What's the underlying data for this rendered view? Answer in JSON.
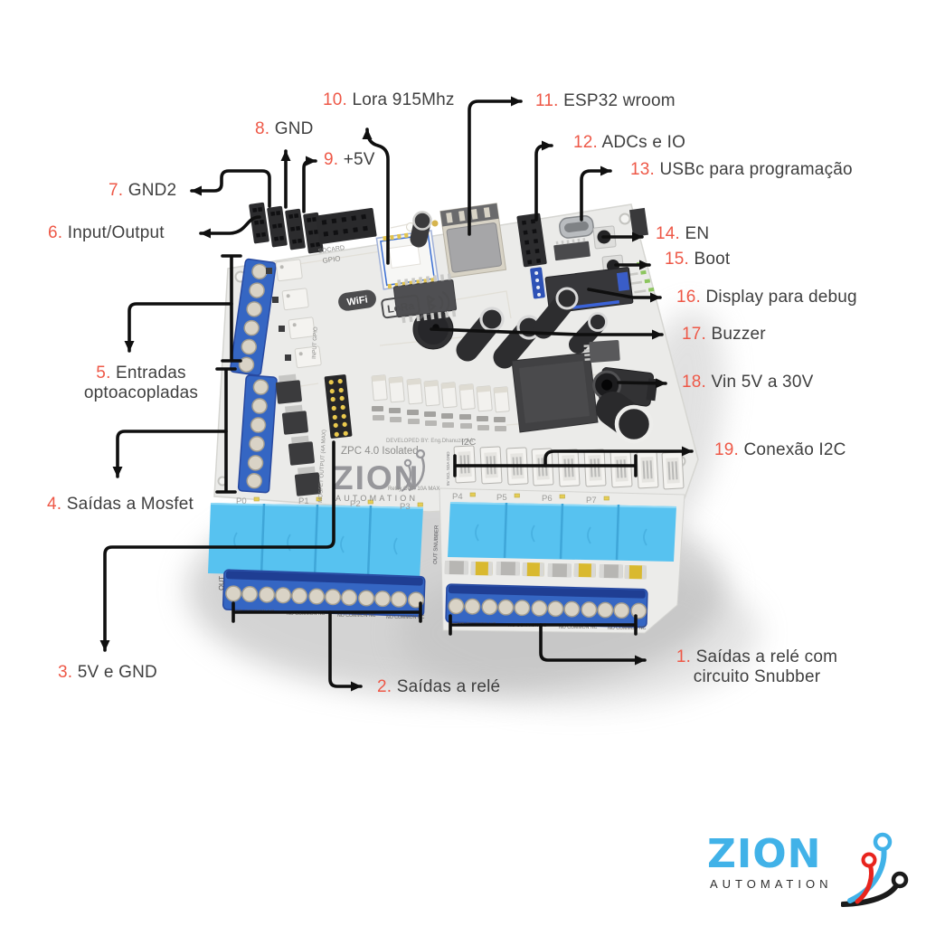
{
  "callouts": [
    {
      "num": "1.",
      "label": "Saídas a relé com",
      "label2": "circuito Snubber"
    },
    {
      "num": "2.",
      "label": "Saídas a relé"
    },
    {
      "num": "3.",
      "label": "5V e GND"
    },
    {
      "num": "4.",
      "label": "Saídas a Mosfet"
    },
    {
      "num": "5.",
      "label": "Entradas",
      "label2": "optoacopladas"
    },
    {
      "num": "6.",
      "label": "Input/Output"
    },
    {
      "num": "7.",
      "label": "GND2"
    },
    {
      "num": "8.",
      "label": "GND"
    },
    {
      "num": "9.",
      "label": "+5V"
    },
    {
      "num": "10.",
      "label": "Lora 915Mhz"
    },
    {
      "num": "11.",
      "label": "ESP32 wroom"
    },
    {
      "num": "12.",
      "label": "ADCs e IO"
    },
    {
      "num": "13.",
      "label": "USBc para programação"
    },
    {
      "num": "14.",
      "label": "EN"
    },
    {
      "num": "15.",
      "label": "Boot"
    },
    {
      "num": "16.",
      "label": "Display para debug"
    },
    {
      "num": "17.",
      "label": "Buzzer"
    },
    {
      "num": "18.",
      "label": "Vin 5V a 30V"
    },
    {
      "num": "19.",
      "label": "Conexão I2C"
    }
  ],
  "board": {
    "silkscreen": {
      "wifi": "WiFi",
      "lora": "LoRa",
      "model": "ZPC 4.0 Isolated",
      "brand": "ZION",
      "brand_sub": "AUTOMATION",
      "developed_by": "DEVELOPED BY: Eng.Dhanuzio AA",
      "mosfet_output": "MOSFET OUTPUT (4A MAX)",
      "input_gpio": "INPUT GPIO",
      "relay_out": "Relay OUT: 10A MAX",
      "i2c": "I2C",
      "i2c_pins": "5V SCL SDA GND",
      "sdcard": "SDCARD",
      "gpio": "GPIO",
      "out": "OUT",
      "out_snubber": "OUT SNUBBER",
      "terminal_label": "NO COMMON NC",
      "ports": [
        "P0",
        "P1",
        "P2",
        "P3",
        "P4",
        "P5",
        "P6",
        "P7"
      ]
    }
  },
  "logo": {
    "name": "ZION",
    "subtitle": "AUTOMATION"
  },
  "colors": {
    "accent_number": "#ee5847",
    "label_text": "#3f3f3f",
    "relay_blue": "#57c2f0",
    "terminal_blue": "#3566c3",
    "logo_blue": "#41b2e8",
    "logo_red": "#e8241d"
  }
}
